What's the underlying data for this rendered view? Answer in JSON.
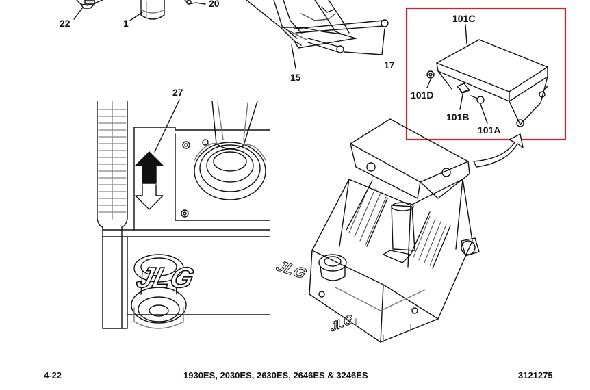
{
  "callouts": {
    "c22": "22",
    "c1": "1",
    "c20": "20",
    "c15": "15",
    "c17": "17",
    "c27": "27",
    "c101C": "101C",
    "c101D": "101D",
    "c101B": "101B",
    "c101A": "101A"
  },
  "logo_text": "JLG",
  "highlight_color": "#d9202a",
  "footer": {
    "page_number": "4-22",
    "models": "1930ES, 2030ES, 2630ES, 2646ES & 3246ES",
    "document_number": "3121275"
  }
}
